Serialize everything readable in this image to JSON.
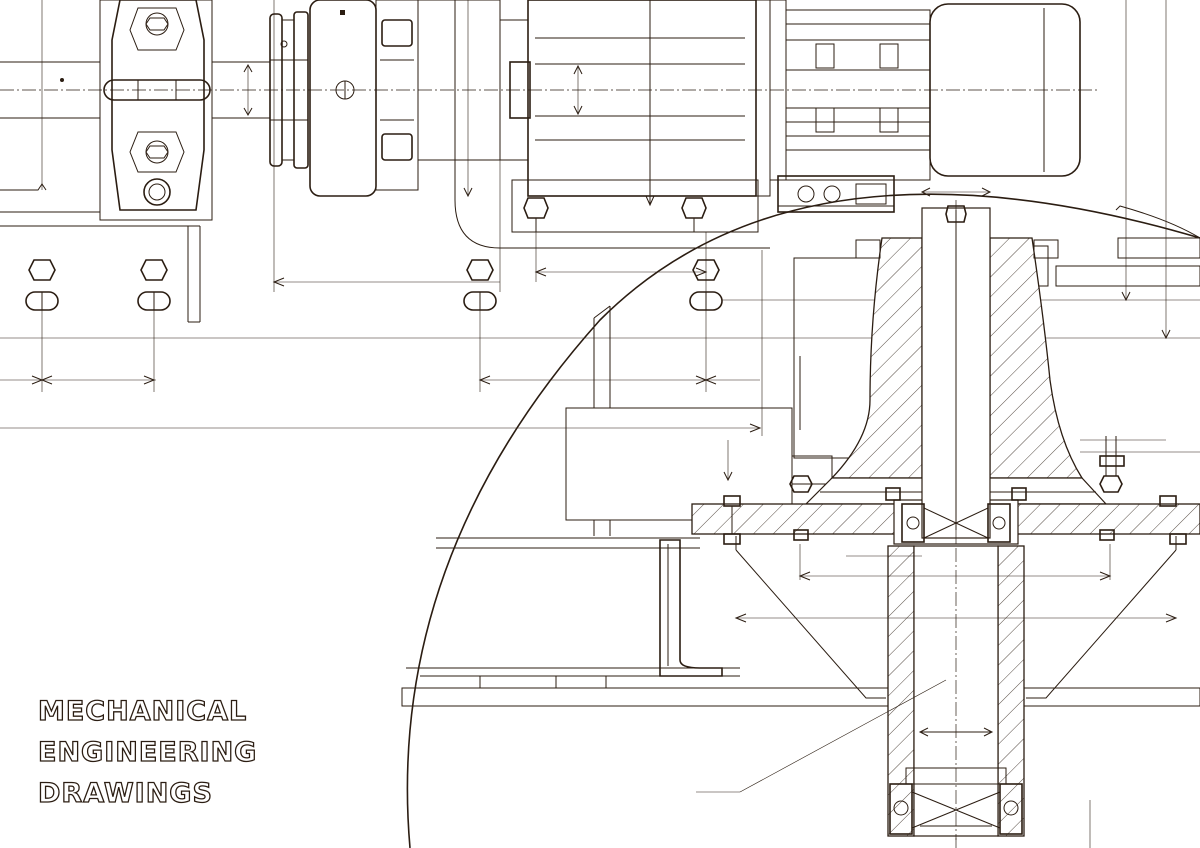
{
  "title_lines": [
    "MECHANICAL",
    "ENGINEERING",
    "DRAWINGS"
  ],
  "colors": {
    "line": "#2b1d12",
    "background": "#ffffff"
  }
}
